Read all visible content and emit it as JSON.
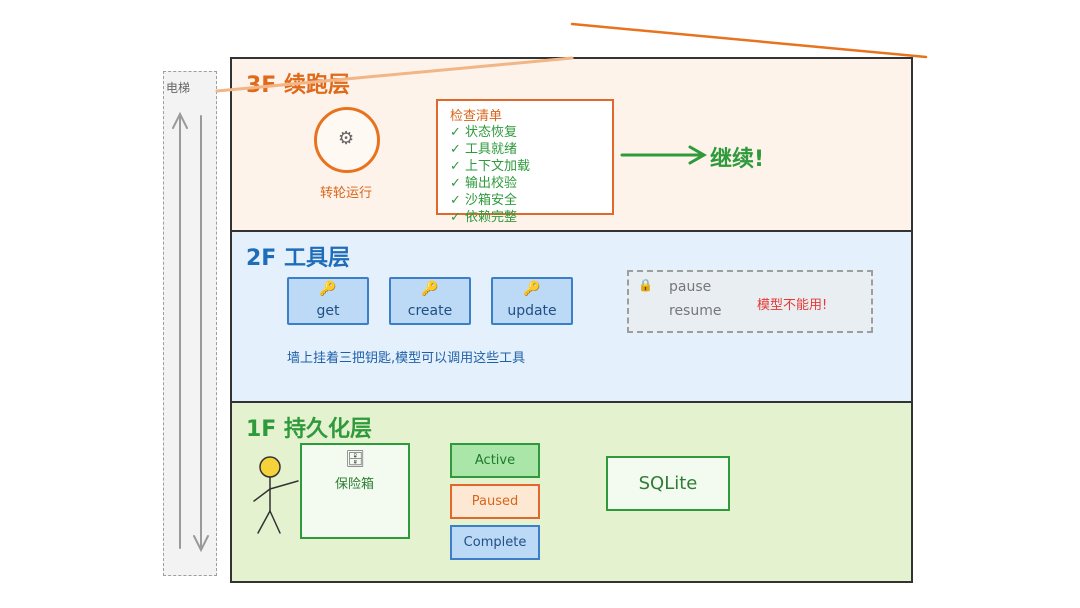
{
  "elevator": {
    "label": "电梯"
  },
  "floor_3": {
    "title": "3F 续跑层",
    "turbine": {
      "label": "转轮运行",
      "icon": "gear-icon"
    },
    "checklist": {
      "title": "检查清单",
      "items": [
        "✓ 状态恢复",
        "✓ 工具就绪",
        "✓ 上下文加载",
        "✓ 输出校验",
        "✓ 沙箱安全",
        "✓ 依赖完整"
      ]
    },
    "continue_label": "继续!"
  },
  "floor_2": {
    "title": "2F 工具层",
    "tools": [
      {
        "label": "get",
        "icon": "key-icon"
      },
      {
        "label": "create",
        "icon": "key-icon"
      },
      {
        "label": "update",
        "icon": "key-icon"
      }
    ],
    "note": "墙上挂着三把钥匙,模型可以调用这些工具",
    "disabled": {
      "items": [
        "pause",
        "resume"
      ],
      "note": "模型不能用!",
      "icon": "lock-icon"
    }
  },
  "floor_1": {
    "title": "1F 持久化层",
    "safe": {
      "label": "保险箱",
      "icon": "cabinet-icon"
    },
    "states": [
      "Active",
      "Paused",
      "Complete"
    ],
    "database": "SQLite"
  },
  "colors": {
    "orange": "#e8731f",
    "green": "#2e9a3b",
    "blue": "#3c7fc8",
    "red": "#e53935",
    "floor3_bg": "#fdf3ea",
    "floor2_bg": "#e4f1fc",
    "floor1_bg": "#e5f2cf"
  }
}
